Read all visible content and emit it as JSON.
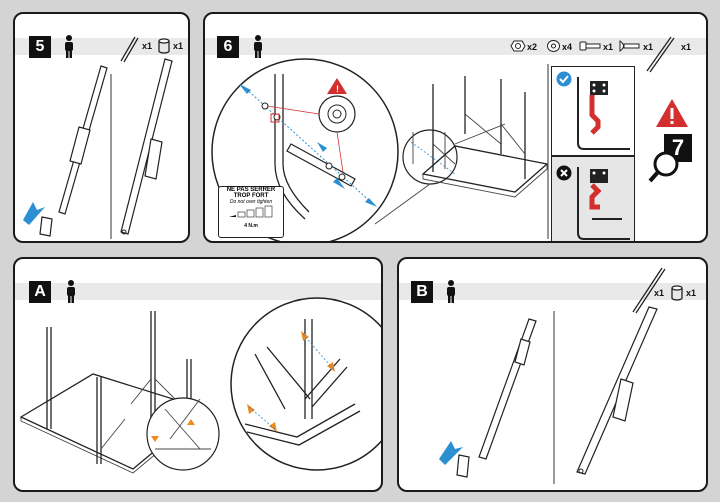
{
  "panels": {
    "step5": {
      "number": "5",
      "part_qty_1": "x1",
      "part_qty_2": "x1"
    },
    "step6": {
      "number": "6",
      "hardware": [
        {
          "icon": "nut-icon",
          "qty": "x2"
        },
        {
          "icon": "washer-icon",
          "qty": "x4"
        },
        {
          "icon": "bolt-icon",
          "qty": "x1"
        },
        {
          "icon": "cap-bolt-icon",
          "qty": "x1"
        },
        {
          "icon": "rod-icon",
          "qty": "x1"
        }
      ],
      "warning_fr_1": "NE PAS SERRER",
      "warning_fr_2": "TROP FORT",
      "warning_en": "Do not over tighten",
      "torque": "4 N.m",
      "next_step": "7"
    },
    "stepA": {
      "label": "A"
    },
    "stepB": {
      "label": "B",
      "part_qty_1": "x1",
      "part_qty_2": "x1"
    }
  },
  "colors": {
    "accent_blue": "#2b8fd1",
    "accent_orange": "#ef8a1f",
    "warning_red": "#d32f2f"
  }
}
